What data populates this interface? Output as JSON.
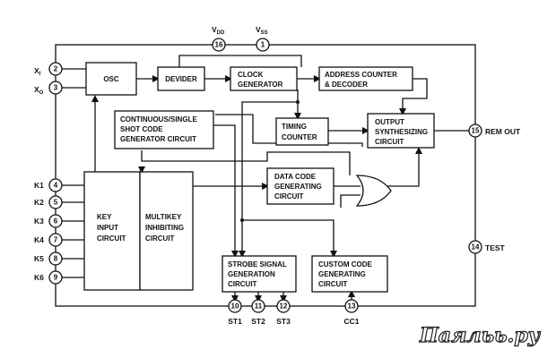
{
  "supply": {
    "vdd": "V",
    "vdd_sub": "DD",
    "vss": "V",
    "vss_sub": "SS",
    "vdd_pin": "16",
    "vss_pin": "1"
  },
  "osc_pins": {
    "xi": "X",
    "xi_sub": "I",
    "xi_pin": "2",
    "xo": "X",
    "xo_sub": "O",
    "xo_pin": "3"
  },
  "blocks": {
    "osc": "OSC",
    "devider": "DEVIDER",
    "clock1": "CLOCK",
    "clock2": "GENERATOR",
    "addr1": "ADDRESS COUNTER",
    "addr2": "& DECODER",
    "cont1": "CONTINUOUS/SINGLE",
    "cont2": "SHOT CODE",
    "cont3": "GENERATOR CIRCUIT",
    "timing1": "TIMING",
    "timing2": "COUNTER",
    "out1": "OUTPUT",
    "out2": "SYNTHESIZING",
    "out3": "CIRCUIT",
    "data1": "DATA CODE",
    "data2": "GENERATING",
    "data3": "CIRCUIT",
    "key1": "KEY",
    "key2": "INPUT",
    "key3": "CIRCUIT",
    "multi1": "MULTIKEY",
    "multi2": "INHIBITING",
    "multi3": "CIRCUIT",
    "strobe1": "STROBE SIGNAL",
    "strobe2": "GENERATION",
    "strobe3": "CIRCUIT",
    "custom1": "CUSTOM CODE",
    "custom2": "GENERATING",
    "custom3": "CIRCUIT"
  },
  "keys": [
    {
      "label": "K1",
      "pin": "4"
    },
    {
      "label": "K2",
      "pin": "5"
    },
    {
      "label": "K3",
      "pin": "6"
    },
    {
      "label": "K4",
      "pin": "7"
    },
    {
      "label": "K5",
      "pin": "8"
    },
    {
      "label": "K6",
      "pin": "9"
    }
  ],
  "outputs": {
    "rem_out": "REM OUT",
    "rem_pin": "15",
    "test": "TEST",
    "test_pin": "14"
  },
  "bottom_pins": [
    {
      "label": "ST1",
      "pin": "10"
    },
    {
      "label": "ST2",
      "pin": "11"
    },
    {
      "label": "ST3",
      "pin": "12"
    },
    {
      "label": "CC1",
      "pin": "13"
    }
  ],
  "watermark": "Паяльь.ру"
}
